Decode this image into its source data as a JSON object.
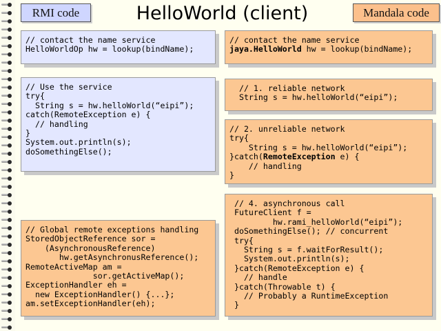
{
  "header": {
    "rmi_tag": "RMI code",
    "title": "HelloWorld (client)",
    "mandala_tag": "Mandala code"
  },
  "boxes": {
    "rmi_lookup": [
      {
        "text": "// contact the name service"
      },
      {
        "text": "HelloWorldOp hw = lookup(bindName);"
      }
    ],
    "mandala_lookup": [
      {
        "text": "// contact the name service"
      },
      {
        "bold": "jaya.HelloWorld",
        "text": " hw = lookup(bindName);"
      }
    ],
    "rmi_use": [
      {
        "text": "// Use the service"
      },
      {
        "text": "try{"
      },
      {
        "text": "  String s = hw.helloWorld(“eipi”);"
      },
      {
        "text": "catch(RemoteException e) {"
      },
      {
        "text": "  // handling"
      },
      {
        "text": "}"
      },
      {
        "text": "System.out.println(s);"
      },
      {
        "text": "doSomethingElse();"
      }
    ],
    "reliable": [
      {
        "text": "  // 1. reliable network"
      },
      {
        "text": "  String s = hw.helloWorld(“eipi”);"
      }
    ],
    "unreliable": [
      {
        "text": "// 2. unreliable network"
      },
      {
        "text": "try{"
      },
      {
        "text": "    String s = hw.helloWorld(“eipi”);"
      },
      {
        "pre": "}catch(",
        "bold": "RemoteException",
        "text": " e) {"
      },
      {
        "text": "    // handling"
      },
      {
        "text": "}"
      }
    ],
    "global": [
      {
        "text": "// Global remote exceptions handling"
      },
      {
        "text": "StoredObjectReference sor ="
      },
      {
        "text": "    (AsynchronousReference)"
      },
      {
        "text": "       hw.getAsynchronusReference();"
      },
      {
        "text": "RemoteActiveMap am ="
      },
      {
        "text": "              sor.getActiveMap();"
      },
      {
        "text": "ExceptionHandler eh ="
      },
      {
        "text": "  new ExceptionHandler() {...};"
      },
      {
        "text": "am.setExceptionHandler(eh);"
      }
    ],
    "async": [
      {
        "text": " // 4. asynchronous call"
      },
      {
        "text": " FutureClient f ="
      },
      {
        "text": "         hw.rami_helloWorld(“eipi”);"
      },
      {
        "text": " doSomethingElse(); // concurrent"
      },
      {
        "text": " try{"
      },
      {
        "text": "   String s = f.waitForResult();"
      },
      {
        "text": "   System.out.println(s);"
      },
      {
        "text": " }catch(RemoteException e) {"
      },
      {
        "text": "   // handle"
      },
      {
        "text": " }catch(Throwable t) {"
      },
      {
        "text": "   // Probably a RuntimeException"
      },
      {
        "text": " }"
      }
    ]
  }
}
